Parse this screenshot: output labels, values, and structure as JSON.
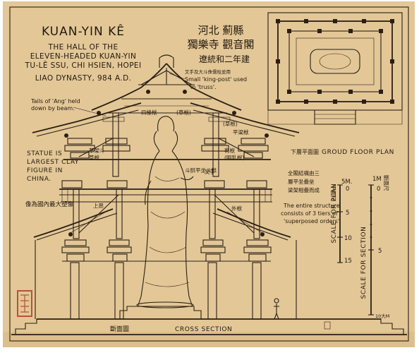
{
  "title": {
    "name": "KUAN-YIN KÊ",
    "line1": "THE HALL OF THE",
    "line2": "ELEVEN-HEADED KUAN-YIN",
    "line3": "TU-LÊ SSU, CHI HSIEN, HOPEI",
    "line4": "LIAO DYNASTY, 984 A.D."
  },
  "chinese_title": {
    "line1": "河北 薊縣",
    "line2": "獨樂寺 觀音閣",
    "line3": "遼統和二年建"
  },
  "notes": {
    "ang_tails": [
      "Tails of 'Ang' held",
      "down by beam."
    ],
    "king_post_cjk": "叉手及大斗侏儒柱並用",
    "king_post": [
      "Small 'king-post' used",
      "in 'truss'."
    ],
    "statue": [
      "STATUE IS",
      "LARGEST CLAY",
      "FIGURE IN",
      "CHINA."
    ],
    "statue_cjk": "像為國內最大塑像",
    "structure_cjk": [
      "全閣結構由三",
      "層平坐疊垒",
      "梁架相疊而成"
    ],
    "structure": [
      "The entire structure",
      "consists of 3 tiers of",
      "'superposed orders'."
    ]
  },
  "section_labels": {
    "beam_upper": "四椽栿",
    "beam_mid": "(草栿)",
    "beam_right": "(草栿)",
    "beam_lower_right": "平梁栿",
    "bracket_left": [
      "草架斗",
      "草栿"
    ],
    "bracket_right": [
      "乳栿",
      "(明乳栿)"
    ],
    "ang_note": "上昂",
    "side_note": "外栿",
    "cross_label": "叉手",
    "mid_note": "斗拱平坐斗拱"
  },
  "plan": {
    "caption_cjk": "下層平面圖",
    "caption": "GROUD FLOOR PLAN"
  },
  "scales": {
    "plan_cjk": "平面尺",
    "plan_label": "SCALE FOR PLAN",
    "plan_unit": "5M.",
    "plan_ticks": [
      "0",
      "5",
      "10",
      "15"
    ],
    "section_cjk": "斷面尺",
    "section_label": "SCALE FOR SECTION",
    "section_unit": "1M",
    "section_ticks": [
      "0",
      "5"
    ],
    "section_end": "10大M"
  },
  "section_caption": {
    "cjk": "斷面圖",
    "en": "CROSS SECTION"
  },
  "colors": {
    "paper": "#e3c797",
    "ink": "#2a1f14",
    "seal": "#b5523e",
    "page": "#ffffff"
  }
}
